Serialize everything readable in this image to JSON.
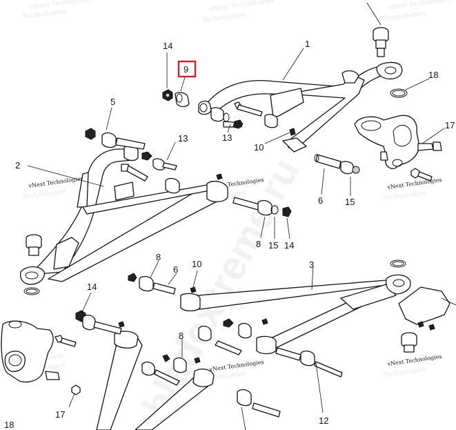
{
  "watermarks": [
    "vNext Technologies",
    "Technologies",
    "vNext",
    "bladextreme.ru"
  ],
  "highlight": {
    "label": "9",
    "color": "#d81c24"
  },
  "callouts": [
    "1",
    "2",
    "3",
    "5",
    "6",
    "6",
    "8",
    "8",
    "8",
    "10",
    "10",
    "12",
    "13",
    "13",
    "14",
    "14",
    "14",
    "15",
    "15",
    "17",
    "17",
    "18",
    "18"
  ]
}
